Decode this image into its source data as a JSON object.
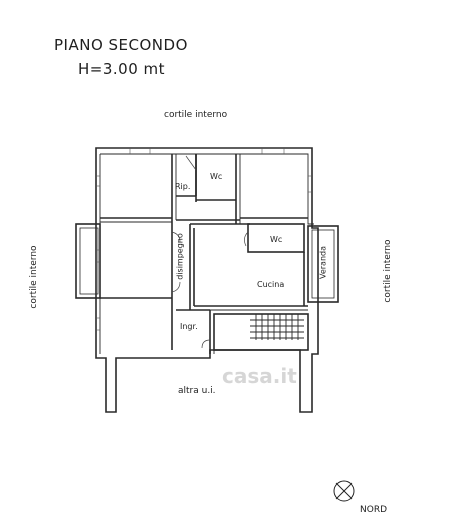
{
  "header": {
    "floor": "PIANO SECONDO",
    "height": "H=3.00 mt"
  },
  "surroundings": {
    "top": "cortile interno",
    "left": "cortile interno",
    "right": "cortile interno",
    "bottom": "altra u.i."
  },
  "rooms": {
    "rip": "Rip.",
    "wc_top": "Wc",
    "wc_right": "Wc",
    "disimpegno": "disimpegno",
    "veranda": "Veranda",
    "cucina": "Cucina",
    "ingresso": "Ingr."
  },
  "compass": {
    "label": "NORD"
  },
  "watermark": {
    "text": "casa.it"
  }
}
